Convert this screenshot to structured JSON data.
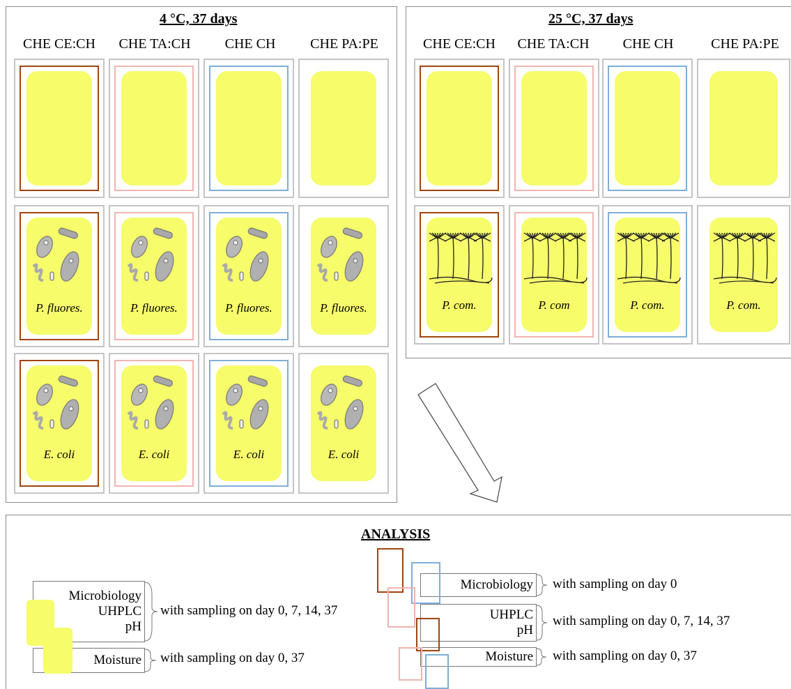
{
  "panel_left": {
    "title": "4 °C, 37 days"
  },
  "panel_right": {
    "title": "25 °C, 37 days"
  },
  "columns": [
    "CHE CE:CH",
    "CHE TA:CH",
    "CHE CH",
    "CHE PA:PE"
  ],
  "labels": {
    "p_fluorescens": "P. fluores.",
    "e_coli": "E. coli",
    "p_com_dot": "P. com.",
    "p_com": "P. com"
  },
  "colors": {
    "ce_ch": "#a0450f",
    "ta_ch": "#f0b4b0",
    "ch": "#7eaed6",
    "pa_pe": "#c4c4c4",
    "cheese": "#f6fc6a"
  },
  "analysis": {
    "title": "ANALYSIS",
    "left": {
      "box1": [
        "Microbiology",
        "UHPLC",
        "pH"
      ],
      "box1_text": "with sampling on day 0, 7, 14, 37",
      "box2": [
        "Moisture"
      ],
      "box2_text": "with sampling on day 0, 37"
    },
    "right": {
      "box1": [
        "Microbiology"
      ],
      "box1_text": "with sampling on day 0",
      "box2": [
        "UHPLC",
        "pH"
      ],
      "box2_text": "with sampling on day 0, 7, 14, 37",
      "box3": [
        "Moisture"
      ],
      "box3_text": "with sampling on day 0, 37"
    }
  }
}
